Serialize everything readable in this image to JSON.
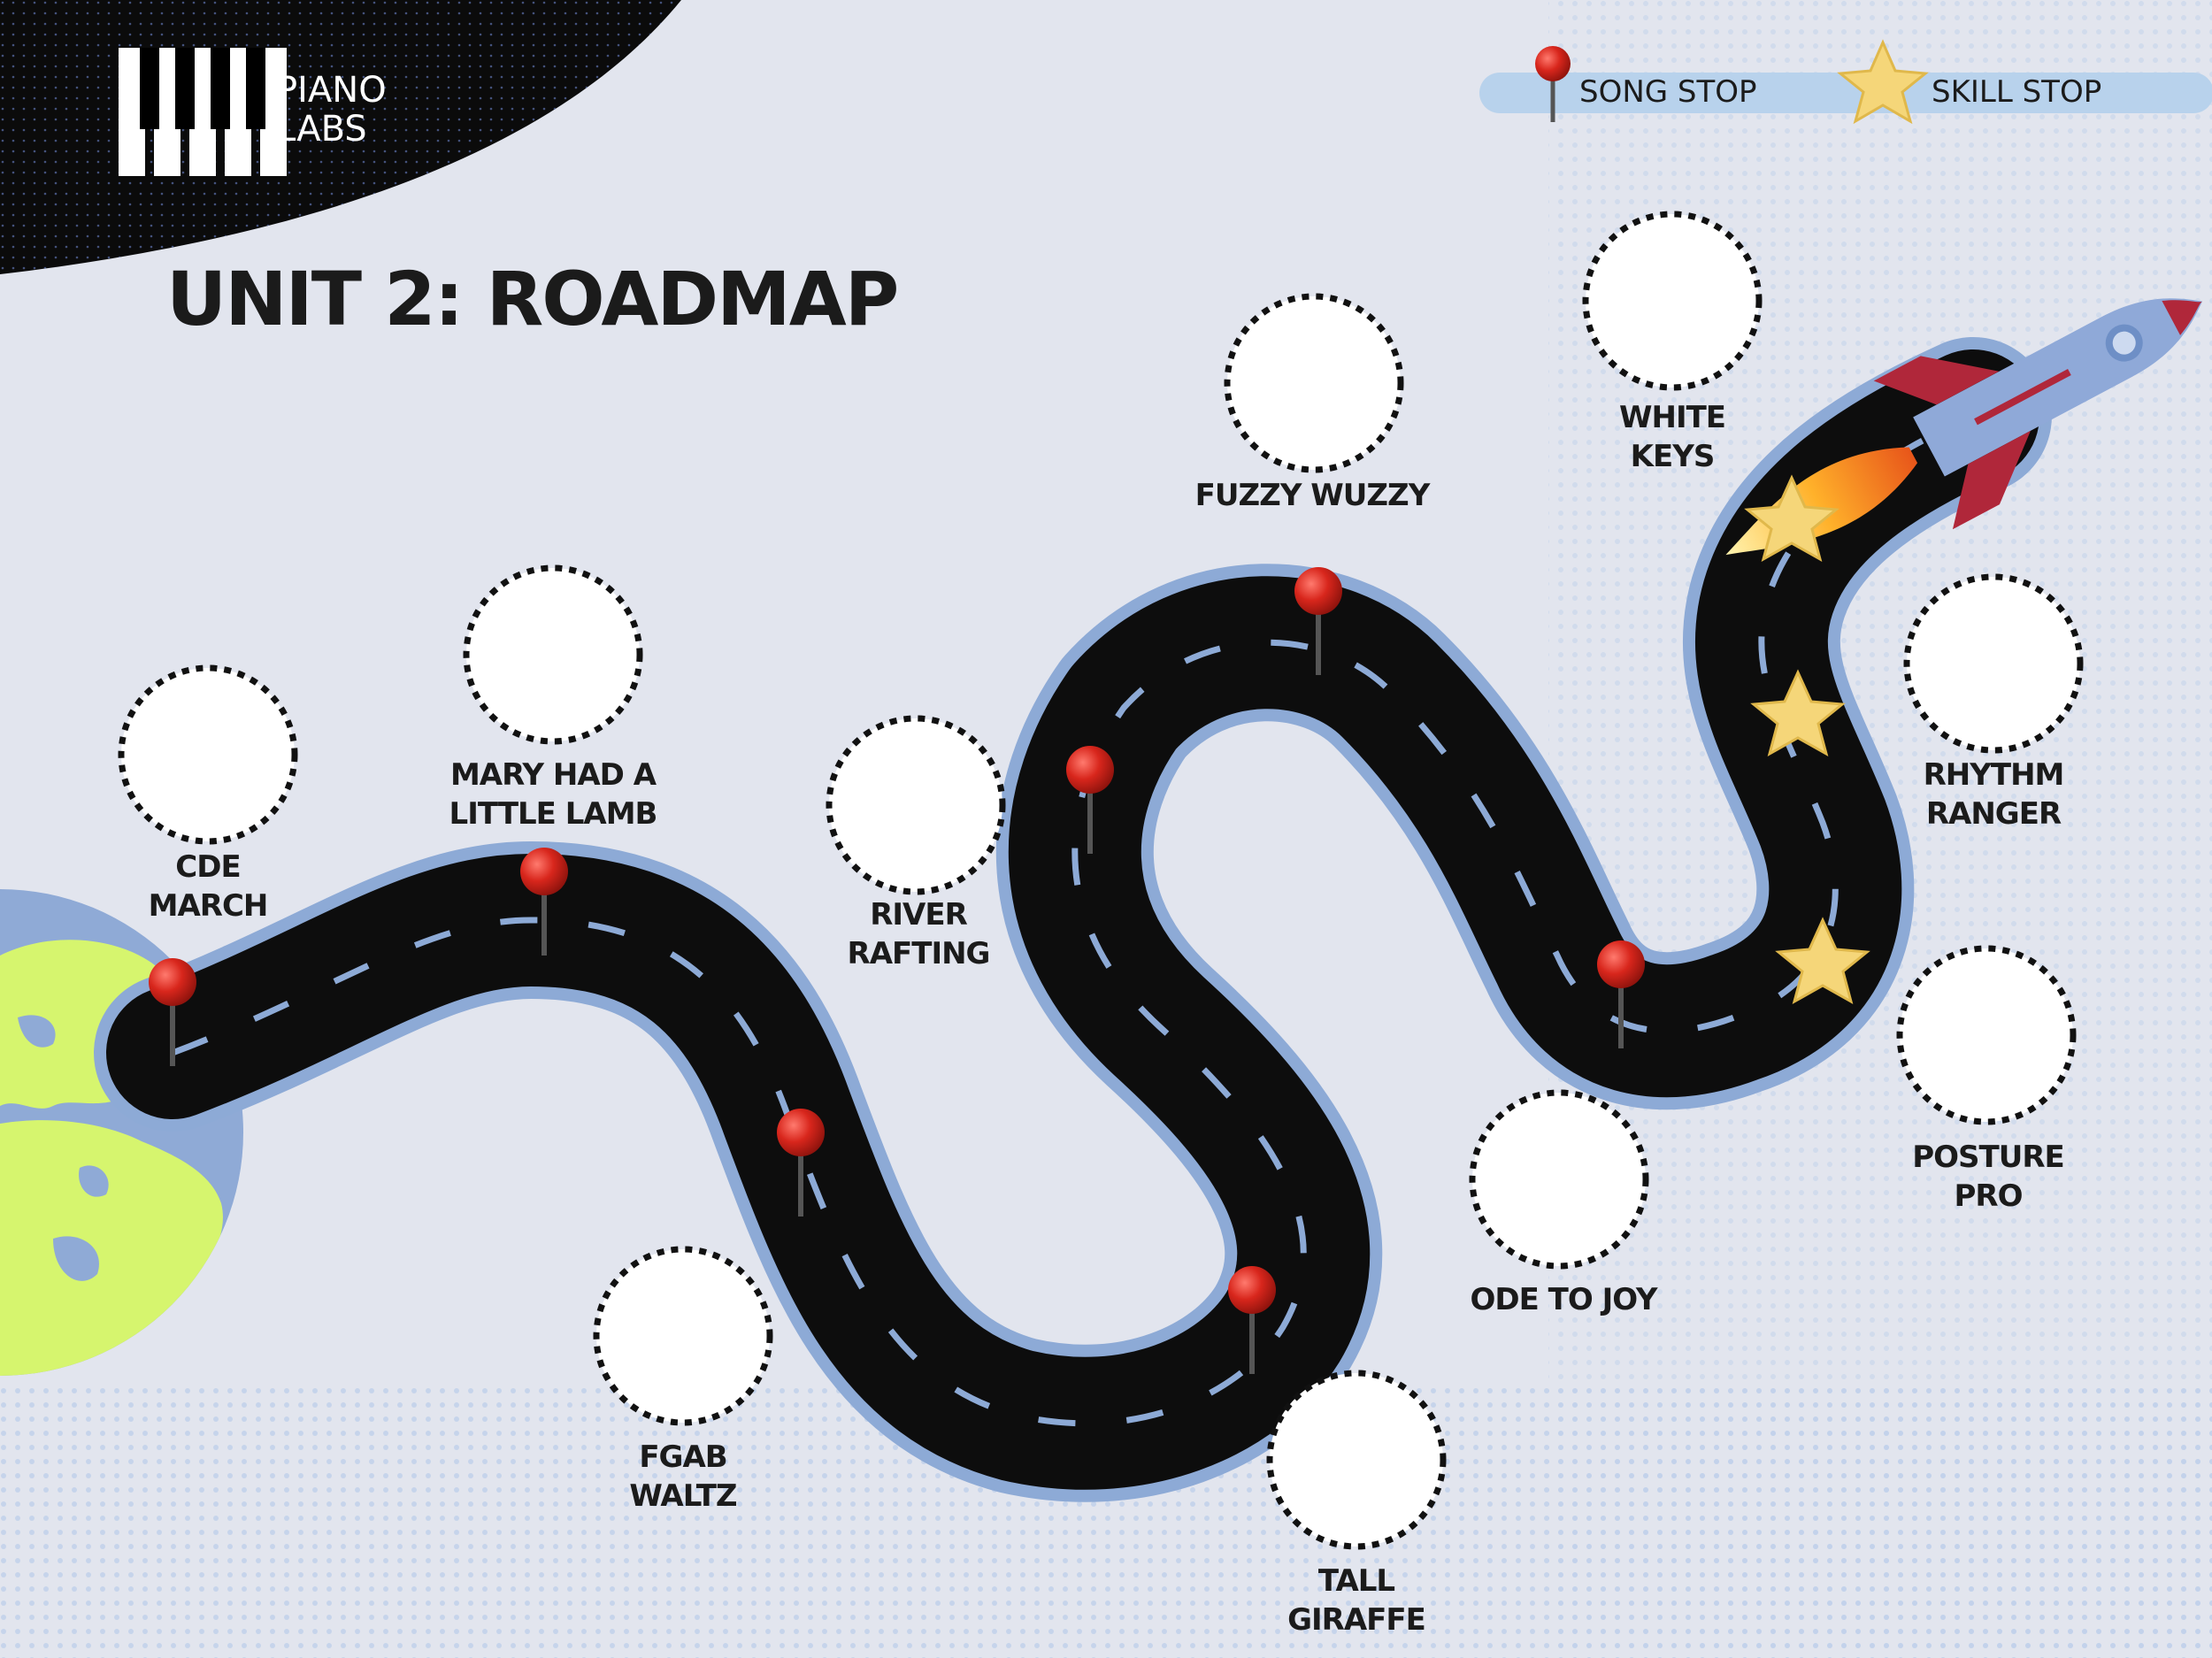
{
  "brand": {
    "line1": "PIANO",
    "line2": "LABS"
  },
  "title": "UNIT 2: ROADMAP",
  "legend": {
    "song_stop": {
      "label": "SONG STOP",
      "icon": "pin-icon"
    },
    "skill_stop": {
      "label": "SKILL STOP",
      "icon": "star-icon"
    }
  },
  "stops": [
    {
      "id": "cde-march",
      "type": "song",
      "line1": "CDE",
      "line2": "MARCH"
    },
    {
      "id": "mary-had-a-little-lamb",
      "type": "song",
      "line1": "MARY HAD A",
      "line2": "LITTLE LAMB"
    },
    {
      "id": "fgab-waltz",
      "type": "song",
      "line1": "FGAB",
      "line2": "WALTZ"
    },
    {
      "id": "river-rafting",
      "type": "song",
      "line1": "RIVER",
      "line2": "RAFTING"
    },
    {
      "id": "tall-giraffe",
      "type": "song",
      "line1": "TALL",
      "line2": "GIRAFFE"
    },
    {
      "id": "fuzzy-wuzzy",
      "type": "song",
      "line1": "FUZZY WUZZY",
      "line2": ""
    },
    {
      "id": "ode-to-joy",
      "type": "song",
      "line1": "ODE TO JOY",
      "line2": ""
    },
    {
      "id": "white-keys",
      "type": "skill",
      "line1": "WHITE",
      "line2": "KEYS"
    },
    {
      "id": "rhythm-ranger",
      "type": "skill",
      "line1": "RHYTHM",
      "line2": "RANGER"
    },
    {
      "id": "posture-pro",
      "type": "skill",
      "line1": "POSTURE",
      "line2": "PRO"
    }
  ],
  "colors": {
    "background": "#e2e5ee",
    "road": "#0d0d0d",
    "road_edge": "#8daad6",
    "pin": "#d8261c",
    "star": "#f5d679",
    "globe_land": "#d6f56e",
    "globe_sea": "#8faad6",
    "corner": "#0b0b0b",
    "rocket_body": "#8fa9d8",
    "rocket_fin": "#b0273a"
  }
}
